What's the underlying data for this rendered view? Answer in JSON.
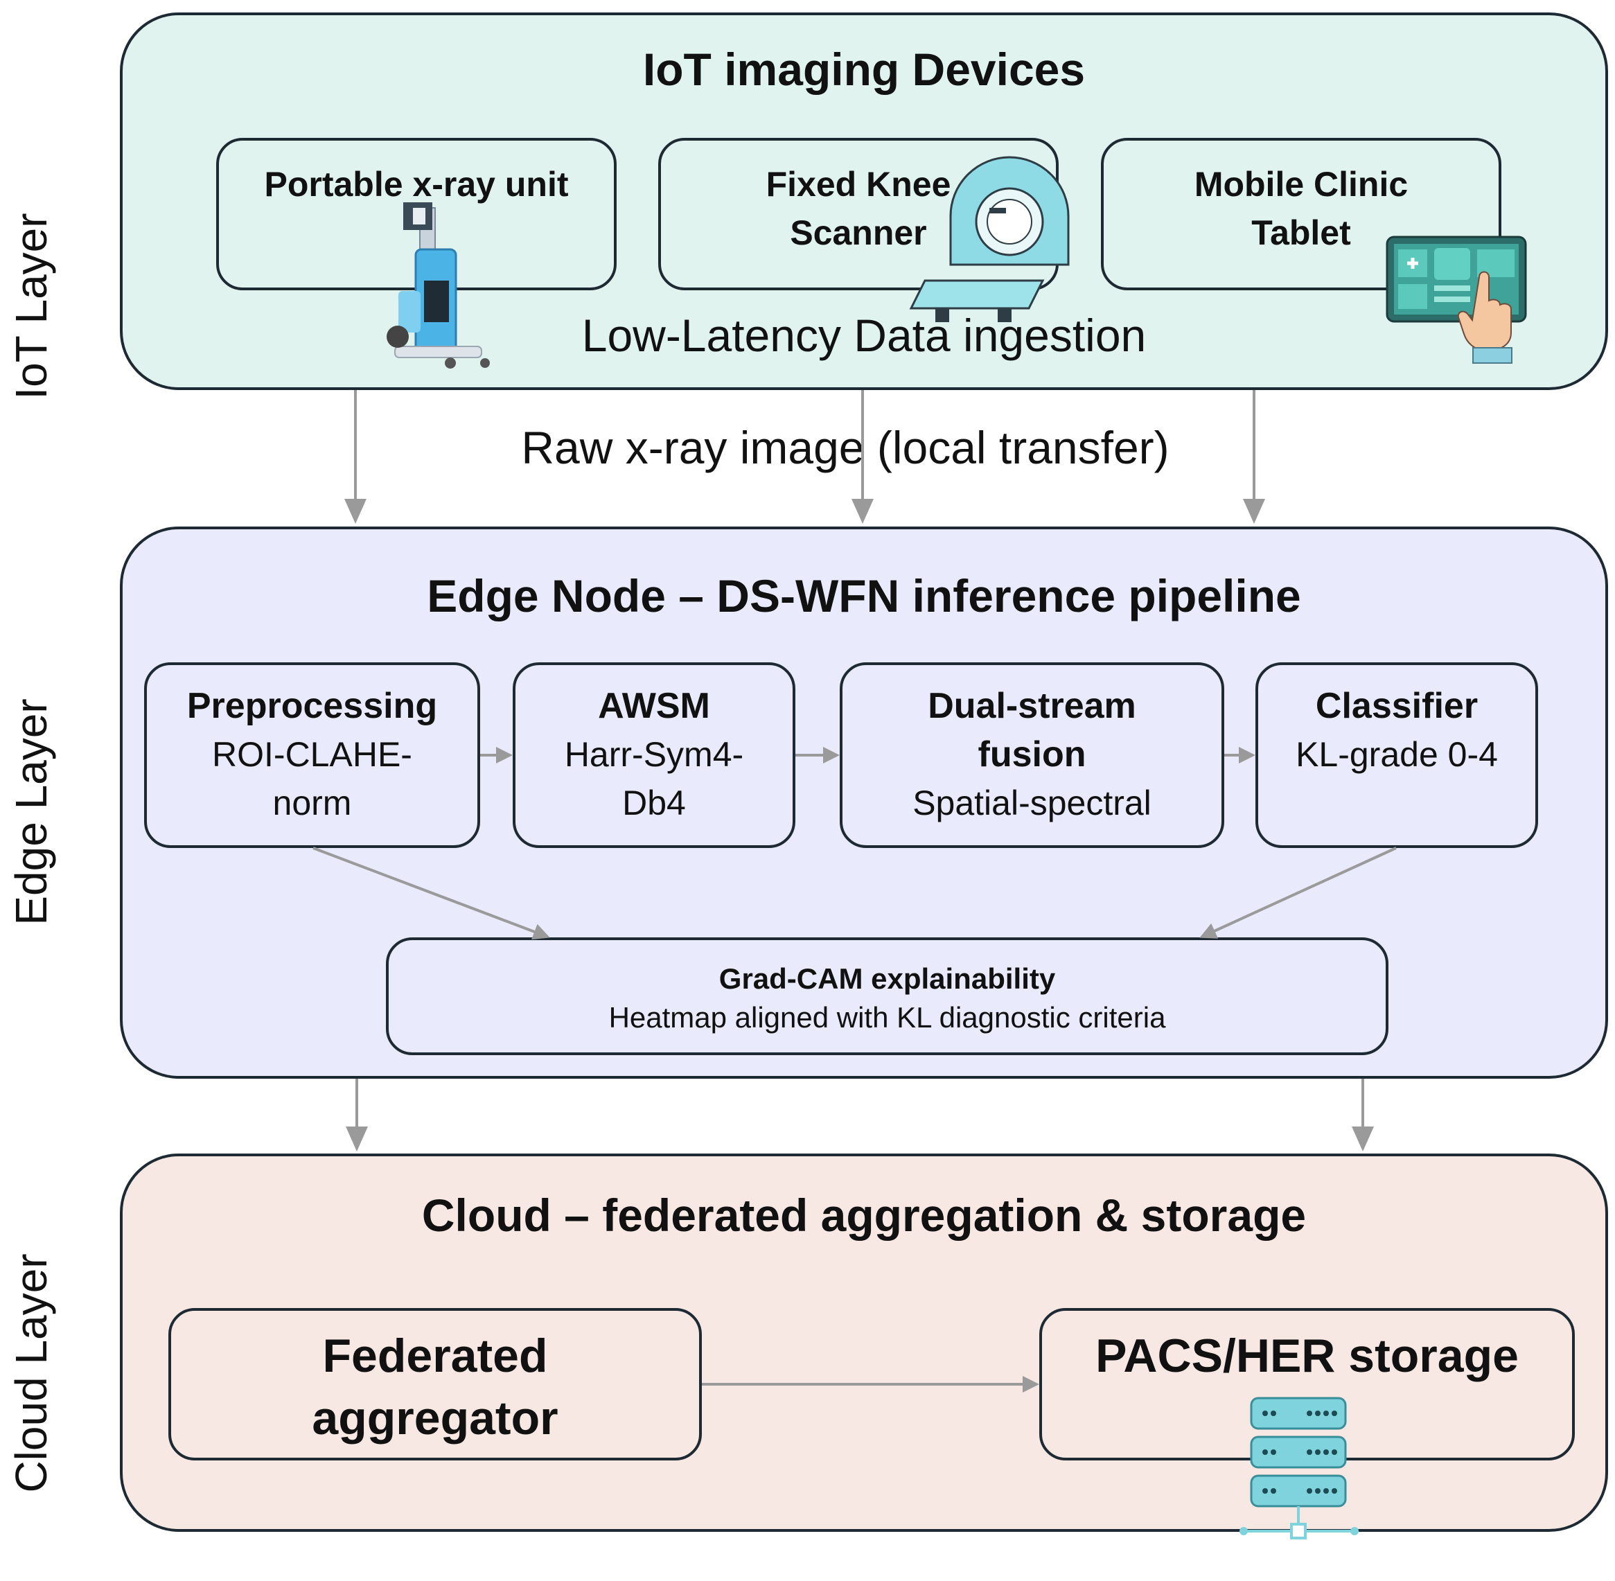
{
  "layers": {
    "iot": {
      "side_label": "IoT Layer",
      "title": "IoT imaging Devices",
      "devices": [
        {
          "label_1": "Portable x-ray unit",
          "label_2": ""
        },
        {
          "label_1": "Fixed Knee",
          "label_2": "Scanner"
        },
        {
          "label_1": "Mobile Clinic",
          "label_2": "Tablet"
        }
      ],
      "ingestion": "Low-Latency Data ingestion"
    },
    "transfer_label": "Raw x-ray image (local transfer)",
    "edge": {
      "side_label": "Edge Layer",
      "title": "Edge Node – DS-WFN inference pipeline",
      "steps": [
        {
          "title": "Preprocessing",
          "sub_1": "ROI-CLAHE-",
          "sub_2": "norm",
          "sub_3": ""
        },
        {
          "title": "AWSM",
          "sub_1": "Harr-Sym4-",
          "sub_2": "Db4",
          "sub_3": ""
        },
        {
          "title": "Dual-stream",
          "sub_1": "fusion",
          "sub_2": "Spatial-spectral",
          "sub_3": ""
        },
        {
          "title": "Classifier",
          "sub_1": "KL-grade 0-4",
          "sub_2": "",
          "sub_3": ""
        }
      ],
      "gradcam": {
        "title": "Grad-CAM explainability",
        "subtitle": "Heatmap aligned with KL diagnostic criteria"
      }
    },
    "cloud": {
      "side_label": "Cloud Layer",
      "title": "Cloud – federated aggregation & storage",
      "aggregator": {
        "line_1": "Federated",
        "line_2": "aggregator"
      },
      "storage": {
        "label": "PACS/HER storage"
      }
    }
  },
  "colors": {
    "iot_bg": "#e0f3ee",
    "edge_bg": "#e9eafb",
    "cloud_bg": "#f7e8e3",
    "arrow": "#9a9a9a",
    "border": "#1e2a33",
    "server_teal": "#7fd3dc"
  },
  "icons": [
    "portable-xray-icon",
    "mri-scanner-icon",
    "tablet-hand-icon",
    "server-rack-icon"
  ]
}
